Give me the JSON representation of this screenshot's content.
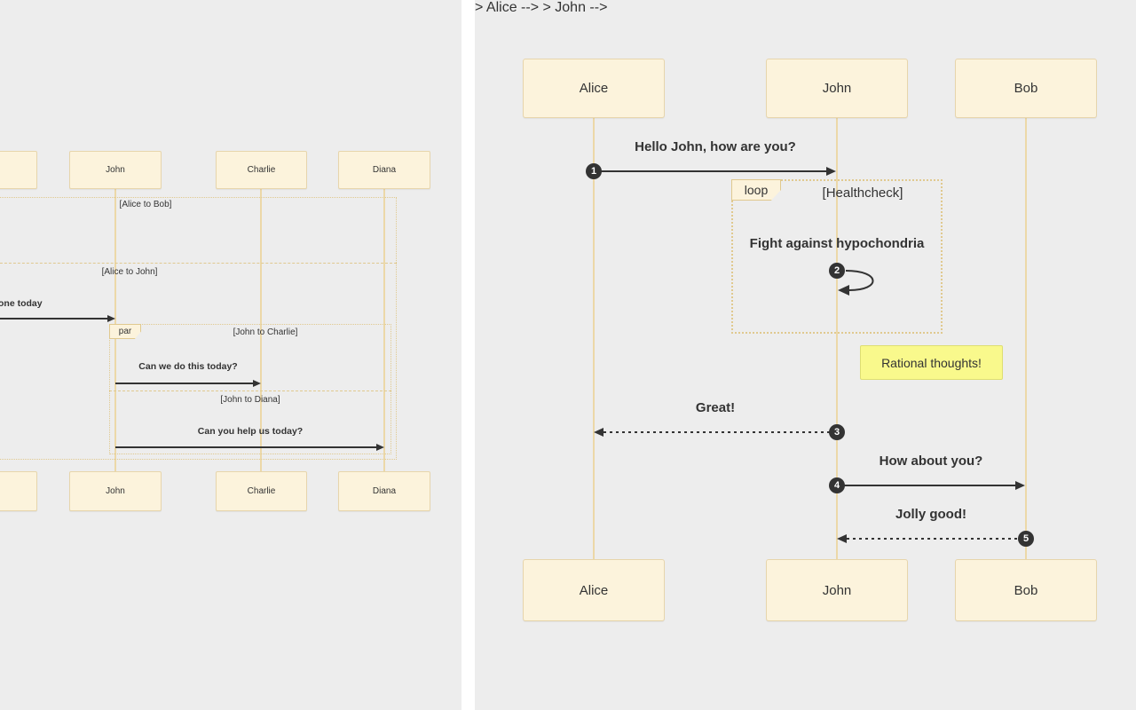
{
  "colors": {
    "panel_bg": "#ededed",
    "gap_bg": "#ffffff",
    "actor_fill": "#fcf3dc",
    "actor_border": "#e7d5ac",
    "lifeline": "#ecd8a8",
    "block_border": "#e0c98f",
    "note_fill": "#f9f98c",
    "note_border": "#dede72",
    "arrow": "#333333",
    "badge_fill": "#333333",
    "badge_text": "#ffffff",
    "text": "#333333"
  },
  "left": {
    "actors": {
      "a1": "John",
      "a2": "Charlie",
      "a3": "Diana"
    },
    "outer_par": {
      "section1_label": "[Alice to Bob]",
      "section2_label": "[Alice to John]"
    },
    "cut_message": "one today",
    "inner_par": {
      "tab": "par",
      "section1_label": "[John to Charlie]",
      "message1": "Can we do this today?",
      "section2_label": "[John to Diana]",
      "message2": "Can you help us today?"
    }
  },
  "right": {
    "actors": {
      "alice": "Alice",
      "john": "John",
      "bob": "Bob"
    },
    "loop": {
      "tab": "loop",
      "label": "[Healthcheck]"
    },
    "note": "Rational thoughts!",
    "messages": {
      "m1": {
        "num": "1",
        "text": "Hello John, how are you?"
      },
      "m2": {
        "num": "2",
        "text": "Fight against hypochondria"
      },
      "m3": {
        "num": "3",
        "text": "Great!"
      },
      "m4": {
        "num": "4",
        "text": "How about you?"
      },
      "m5": {
        "num": "5",
        "text": "Jolly good!"
      }
    }
  }
}
